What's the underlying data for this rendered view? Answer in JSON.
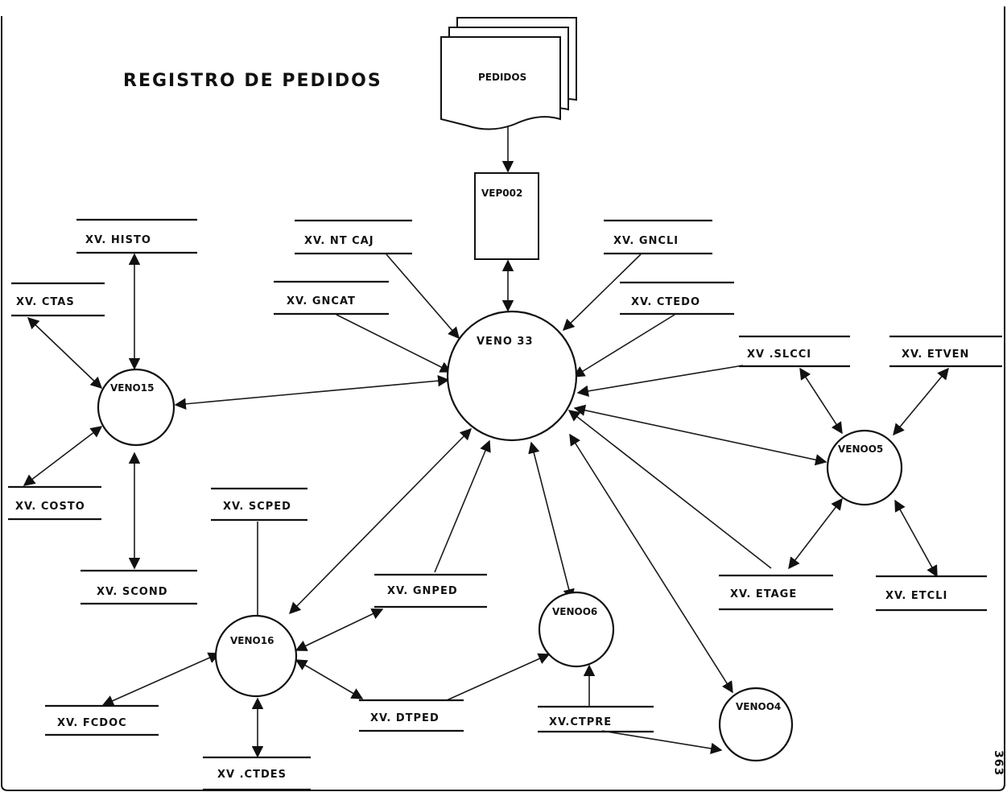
{
  "title": "REGISTRO DE PEDIDOS",
  "page_number": "363",
  "document": {
    "label": "PEDIDOS"
  },
  "program": {
    "label": "VEP002"
  },
  "processes": {
    "ven033": "VENO 33",
    "ven015": "VENO15",
    "ven016": "VENO16",
    "ven005": "VENOO5",
    "ven006": "VENOO6",
    "ven004": "VENOO4"
  },
  "stores": {
    "histo": "XV. HISTO",
    "ntcaj": "XV. NT CAJ",
    "gncli": "XV. GNCLI",
    "ctas": "XV. CTAS",
    "gncat": "XV. GNCAT",
    "ctedo": "XV. CTEDO",
    "slcci": "XV .SLCCI",
    "etven": "XV. ETVEN",
    "costo": "XV. COSTO",
    "scped": "XV. SCPED",
    "scond": "XV. SCOND",
    "gnped": "XV. GNPED",
    "etage": "XV. ETAGE",
    "etcli": "XV. ETCLI",
    "fcdoc": "XV. FCDOC",
    "dtped": "XV. DTPED",
    "ctpre": "XV.CTPRE",
    "ctdes": "XV .CTDES"
  }
}
